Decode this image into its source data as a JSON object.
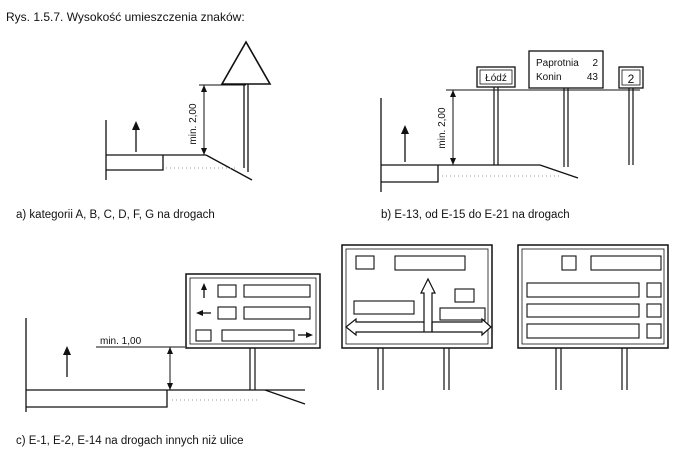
{
  "title": "Rys. 1.5.7. Wysokość umieszczenia znaków:",
  "captions": {
    "a": "a) kategorii A, B, C, D, F, G na drogach",
    "b": "b) E-13, od E-15 do E-21 na drogach",
    "c": "c) E-1, E-2, E-14 na drogach innych niż ulice"
  },
  "dimensions": {
    "a": "min. 2,00",
    "b": "min. 2,00",
    "c": "min. 1,00"
  },
  "signs_b": {
    "lodz": "Łódź",
    "dir_row1_name": "Paprotnia",
    "dir_row1_km": "2",
    "dir_row2_name": "Konin",
    "dir_row2_km": "43",
    "road_number": "2"
  }
}
